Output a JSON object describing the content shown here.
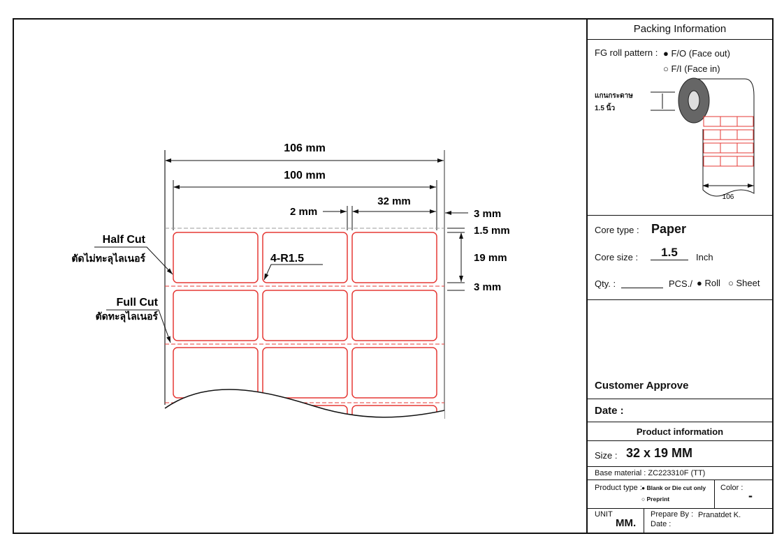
{
  "drawing": {
    "dim_total_width": "106 mm",
    "dim_print_width": "100 mm",
    "dim_gap": "2 mm",
    "dim_label_width": "32 mm",
    "dim_side_margin": "3 mm",
    "dim_top_margin": "1.5 mm",
    "dim_label_height": "19 mm",
    "dim_row_gap": "3 mm",
    "corner_radius": "4-R1.5",
    "half_cut_label": "Half Cut",
    "half_cut_thai": "ตัดไม่ทะลุไลเนอร์",
    "full_cut_label": "Full Cut",
    "full_cut_thai": "ตัดทะลุไลเนอร์",
    "label_color": "#e53935"
  },
  "packing": {
    "title": "Packing Information",
    "roll_pattern_label": "FG roll pattern :",
    "option_face_out": "F/O (Face out)",
    "option_face_in": "F/I (Face in)",
    "selected_pattern": "F/O",
    "core_label_thai": "แกนกระดาษ",
    "core_size_thai": "1.5 นิ้ว",
    "roll_width": "106"
  },
  "core": {
    "core_type_label": "Core type :",
    "core_type_value": "Paper",
    "core_size_label": "Core size :",
    "core_size_value": "1.5",
    "core_size_unit": "Inch",
    "qty_label": "Qty. :",
    "pcs_label": "PCS./",
    "option_roll": "Roll",
    "option_sheet": "Sheet",
    "selected_unit": "Roll"
  },
  "approval": {
    "customer_approve": "Customer Approve",
    "date_label": "Date :"
  },
  "product": {
    "title": "Product information",
    "size_label": "Size :",
    "size_value": "32 x 19 MM",
    "base_material": "Base material : ZC223310F (TT)",
    "product_type_label": "Product type :",
    "option_blank": "Blank or Die cut only",
    "option_preprint": "Preprint",
    "selected_type": "Blank or Die cut only",
    "color_label": "Color :",
    "color_value": "-",
    "unit_label": "UNIT",
    "unit_value": "MM.",
    "prepare_by_label": "Prepare By :",
    "prepare_by_value": "Pranatdet K.",
    "date_label": "Date :"
  }
}
